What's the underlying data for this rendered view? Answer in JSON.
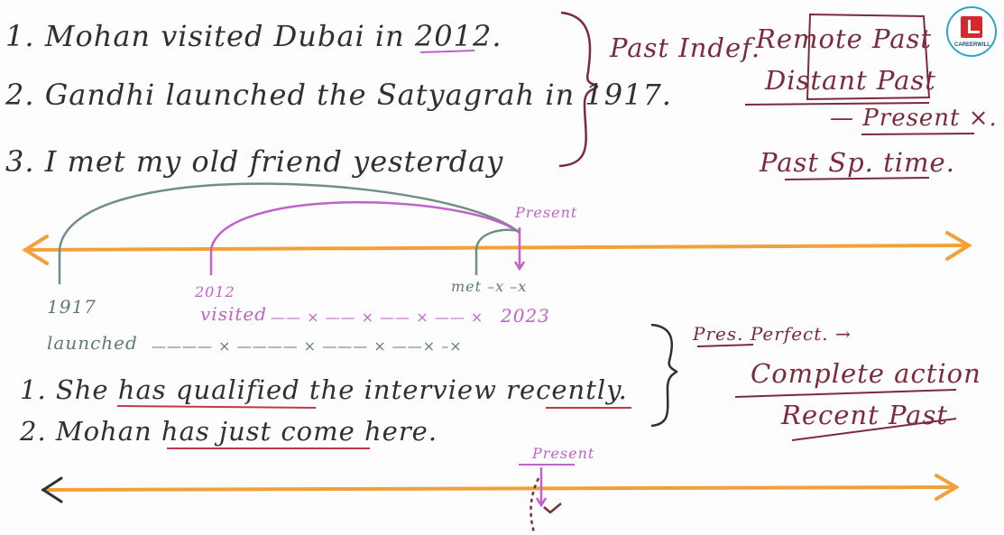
{
  "brand": {
    "logo_text": "CAREERWILL",
    "colors": {
      "ring": "#2aa6c9",
      "mark": "#d8262b",
      "text": "#1d4e7a"
    }
  },
  "ink_colors": {
    "dark": "#2f2f35",
    "maroon": "#7a2b3d",
    "pink": "#c062c8",
    "green": "#5d7b70",
    "orange": "#f2a03a"
  },
  "past_indefinite": {
    "sentences": [
      "1. Mohan visited Dubai in 2012.",
      "2. Gandhi launched the Satyagrah in 1917.",
      "3. I met my old friend yesterday"
    ],
    "label": "Past Indef.",
    "box_lines": [
      "Remote Past",
      "Distant Past"
    ],
    "present_note": "— Present ×.",
    "sp_time": "Past Sp. time."
  },
  "timeline_top": {
    "present_label": "Present",
    "year_1917": "1917",
    "word_launched": "launched",
    "year_2012": "2012",
    "word_visited": "visited",
    "met_label": "met –x –x",
    "year_2023": "2023",
    "visited_crosses": "—— × —— × —— × —— ×",
    "launched_crosses": "———— × ———— × ——— × ——× –×"
  },
  "present_perfect": {
    "label": "Pres. Perfect. →",
    "notes": [
      "Complete action",
      "Recent Past"
    ],
    "sentences": [
      "1. She has qualified the interview recently.",
      "2. Mohan has just come here."
    ]
  },
  "timeline_bottom": {
    "present_label": "Present"
  }
}
